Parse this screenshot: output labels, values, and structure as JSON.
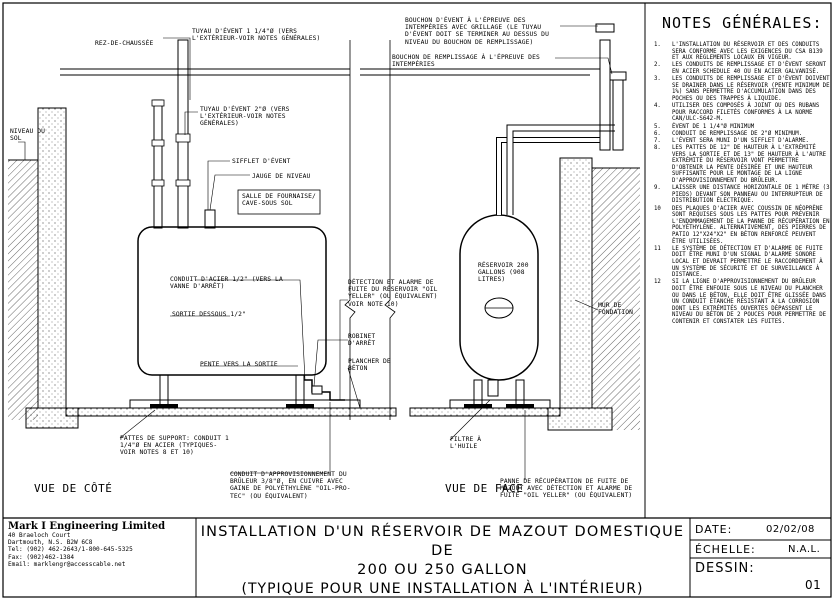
{
  "labels": {
    "ground_floor": "REZ-DE-CHAUSSÉE",
    "vent_pipe": "TUYAU D'ÉVENT 1 1/4\"Ø (VERS L'EXTÉRIEUR-VOIR NOTES GÉNÉRALES)",
    "fill_pipe": "TUYAU D'ÉVENT 2\"Ø (VERS L'EXTÉRIEUR-VOIR NOTES GÉNÉRALES)",
    "vent_whistle": "SIFFLET D'ÉVENT",
    "level_gauge": "JAUGE DE NIVEAU",
    "furnace_room": "SALLE DE FOURNAISE/ CAVE-SOUS SOL",
    "ground_level": "NIVEAU DU SOL",
    "steel_pipe": "CONDUIT D'ACIER 1/2\" (VERS LA VANNE D'ARRÊT)",
    "top_outlet": "SORTIE DESSOUS 1/2\"",
    "slope_outlet": "PENTE VERS LA SORTIE",
    "shutoff_valve": "ROBINET D'ARRÊT",
    "concrete_floor": "PLANCHER DE BÉTON",
    "leak_detection": "DÉTECTION ET ALARME DE FUITE DU RÉSERVOIR \"OIL YELLER\" (OU ÉQUIVALENT) VOIR NOTE 10)",
    "support_legs": "PATTES DE SUPPORT: CONDUIT 1 1/4\"Ø EN ACIER (TYPIQUES-VOIR NOTES 8 ET 10)",
    "supply_line": "CONDUIT D'APPROVISIONNEMENT DU BRÛLEUR 3/8\"Ø, EN CUIVRE AVEC GAINE DE POLYÉTHYLÈNE \"OIL-PRO-TEC\" (OU ÉQUIVALENT)",
    "vent_cap": "BOUCHON D'ÉVENT À L'ÉPREUVE DES INTEMPÉRIES AVEC GRILLAGE (LE TUYAU D'ÉVENT DOIT SE TERMINER AU DESSUS DU NIVEAU DU BOUCHON DE REMPLISSAGE)",
    "fill_cap": "BOUCHON DE REMPLISSAGE À L'ÉPREUVE DES INTEMPÉRIES",
    "tank_capacity": "RÉSERVOIR 200 GALLONS (908 LITRES)",
    "foundation_wall": "MUR DE FONDATION",
    "oil_filter": "FILTRE À L'HUILE",
    "drip_pan": "PANNE DE RÉCUPÉRATION DE FUITE DE MAZOUT AVEC DÉTECTION ET ALARME DE FUITE \"OIL YELLER\" (OU ÉQUIVALENT)"
  },
  "views": {
    "side": "VUE DE CÔTÉ",
    "front": "VUE DE FACE"
  },
  "notes": {
    "title": "NOTES GÉNÉRALES:",
    "items": [
      {
        "num": "1.",
        "text": "L'INSTALLATION DU RÉSERVOIR ET DES CONDUITS SERA CONFORME AVEC LES EXIGENCES DU CSA B139 ET AUX RÈGLEMENTS LOCAUX EN VIGEUR."
      },
      {
        "num": "2.",
        "text": "LES CONDUITS DE REMPLISSAGE ET D'ÉVENT SERONT EN ACIER SCHEDULE 40 OU EN ACIER GALVANISÉ."
      },
      {
        "num": "3.",
        "text": "LES CONDUITS DE REMPLISSAGE ET D'ÉVENT DOIVENT SE DRAINER DANS LE RÉSERVOIR (PENTE MINIMUM DE 1%) SANS PERMETTRE D'ACCUMULATION DANS DES POCHES OU DES TRAPPES À LIQUIDE."
      },
      {
        "num": "4.",
        "text": "UTILISER DES COMPOSÉS À JOINT OU DES RUBANS POUR RACCORD FILETÉS CONFORMES À LA NORME CAN/ULC-S642-M."
      },
      {
        "num": "5.",
        "text": "ÉVENT DE 1 1/4\"Ø MINIMUM"
      },
      {
        "num": "6.",
        "text": "CONDUIT DE REMPLISSAGE DE 2\"Ø MINIMUM."
      },
      {
        "num": "7.",
        "text": "L'ÉVENT SERA MUNI D'UN SIFFLET D'ALARME."
      },
      {
        "num": "8.",
        "text": "LES PATTES DE 12\" DE HAUTEUR À L'EXTRÉMITÉ VERS LA SORTIE ET DE 13\" DE HAUTEUR À L'AUTRE EXTRÉMITÉ DU RÉSERVOIR VONT PERMETTRE D'OBTENIR LA PENTE DÉSIRÉE ET UNE HAUTEUR SUFFISANTE POUR LE MONTAGE DE LA LIGNE D'APPROVISIONNEMENT DU BRÛLEUR."
      },
      {
        "num": "9.",
        "text": "LAISSER UNE DISTANCE HORIZONTALE DE 1 MÈTRE (3 PIEDS) DEVANT SON PANNEAU OU INTERRUPTEUR DE DISTRIBUTION ÉLECTRIQUE."
      },
      {
        "num": "10",
        "text": "DES PLAQUES D'ACIER AVEC COUSSIN DE NÉOPRÈNE SONT REQUISES SOUS LES PATTES POUR PRÉVENIR L'ENDOMMAGEMENT DE LA PANNE DE RÉCUPÉRATION EN POLYÉTHYLÈNE. ALTERNATIVEMENT, DES PIERRES DE PATIO 12\"x24\"x2\" EN BÉTON RENFORCÉ PEUVENT ÊTRE UTILISÉES."
      },
      {
        "num": "11",
        "text": "LE SYSTÈME DE DÉTECTION ET D'ALARME DE FUITE DOIT ÊTRE MUNI D'UN SIGNAL D'ALARME SONORE LOCAL ET DEVRAIT PERMETTRE LE RACCORDEMENT À UN SYSTÈME DE SÉCURITÉ ET DE SURVEILLANCE À DISTANCE."
      },
      {
        "num": "12",
        "text": "SI LA LIGNE D'APPROVISIONNEMENT DU BRÛLEUR DOIT ÊTRE ENFOUIE SOUS LE NIVEAU DU PLANCHER OU DANS LE BÉTON, ELLE DOIT ÊTRE GLISSÉE DANS UN CONDUIT ÉTANCHE RÉSISTANT À LA CORROSION DONT LES EXTRÉMITÉS OUVERTES DÉPASSENT LE NIVEAU DU BÉTON DE 2 POUCES POUR PERMETTRE DE CONTENIR ET CONSTATER LES FUITES."
      }
    ]
  },
  "company": {
    "name": "Mark I Engineering Limited",
    "address1": "40 Braeloch Court",
    "address2": "Dartmouth, N.S.  B2W 6C8",
    "tel": "Tel: (902) 462-2643/1-800-645-5325",
    "fax": "Fax: (902)462-1384",
    "email": "Email: marklengr@accesscable.net"
  },
  "title_block": {
    "line1": "INSTALLATION D'UN RÉSERVOIR DE MAZOUT DOMESTIQUE DE",
    "line2": "200 OU 250 GALLON",
    "line3": "(TYPIQUE POUR UNE INSTALLATION À L'INTÉRIEUR)",
    "date_label": "DATE:",
    "date_value": "02/02/08",
    "scale_label": "ÉCHELLE:",
    "scale_value": "N.A.L.",
    "drawing_label": "DESSIN:",
    "drawing_value": "01"
  }
}
